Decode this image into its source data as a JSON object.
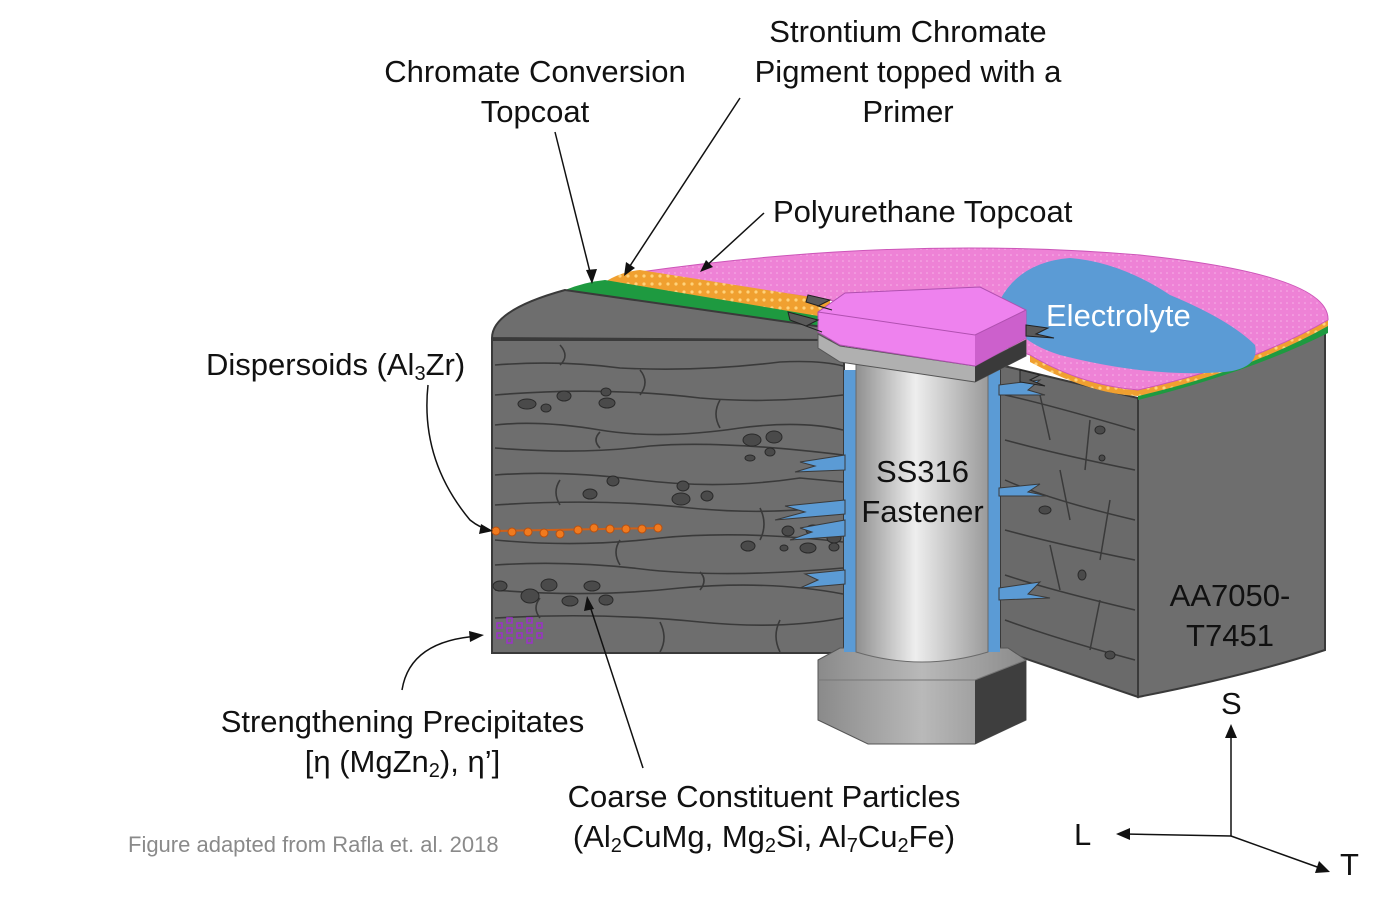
{
  "labels": {
    "chromate_line1": "Chromate Conversion",
    "chromate_line2": "Topcoat",
    "strontium_line1": "Strontium Chromate",
    "strontium_line2": "Pigment topped with a",
    "strontium_line3": "Primer",
    "polyurethane": "Polyurethane Topcoat",
    "electrolyte": "Electrolyte",
    "dispersoids_prefix": "Dispersoids (Al",
    "dispersoids_sub": "3",
    "dispersoids_suffix": "Zr)",
    "fastener_line1": "SS316",
    "fastener_line2": "Fastener",
    "alloy_line1": "AA7050-",
    "alloy_line2": "T7451",
    "strengthening_line1": "Strengthening Precipitates",
    "strengthening_line2_a": "[η (MgZn",
    "strengthening_line2_sub": "2",
    "strengthening_line2_b": "), η’]",
    "coarse_line1": "Coarse Constituent Particles",
    "coarse_a": "(Al",
    "coarse_sub1": "2",
    "coarse_b": "CuMg, Mg",
    "coarse_sub2": "2",
    "coarse_c": "Si, Al",
    "coarse_sub3": "7",
    "coarse_d": "Cu",
    "coarse_sub4": "2",
    "coarse_e": "Fe)",
    "credit": "Figure adapted from Rafla et. al. 2018"
  },
  "axes": {
    "s": "S",
    "l": "L",
    "t": "T"
  },
  "colors": {
    "metal": "#6e6e6e",
    "metal_dark": "#5a5a5a",
    "grain_line": "#3a3a3a",
    "polyurethane": "#ee82d6",
    "primer": "#f0a030",
    "chromate": "#1e9a40",
    "electrolyte": "#5b9bd5",
    "fastener_head": "#ee82ee",
    "fastener_shaft": "#c8c8c8",
    "dispersoid": "#f07a1e",
    "precipitate": "#9b30c8"
  }
}
